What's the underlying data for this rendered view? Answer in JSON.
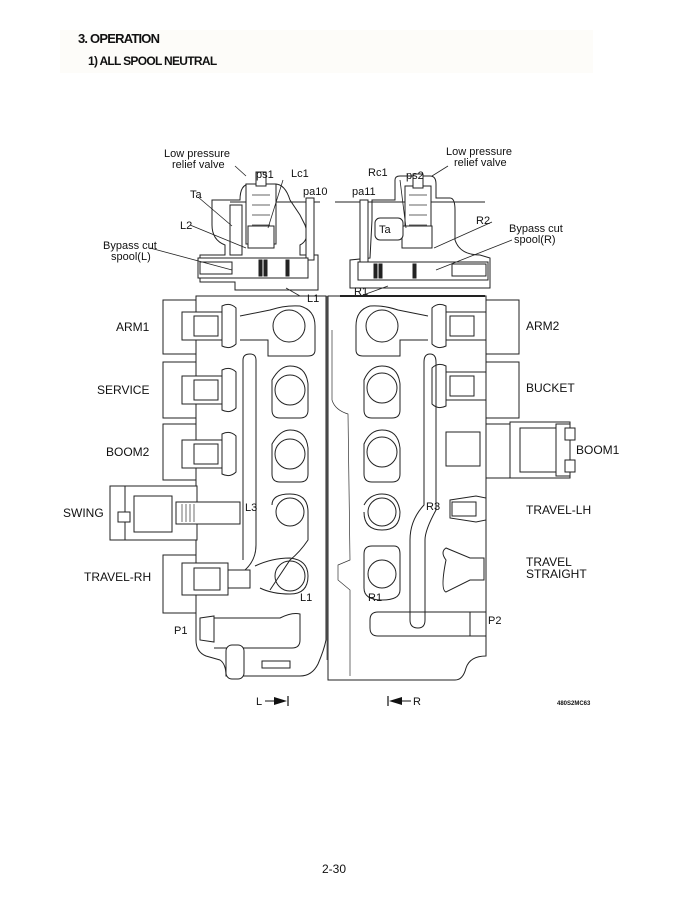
{
  "header": {
    "section_title": "3. OPERATION",
    "subsection_title": "1) ALL SPOOL NEUTRAL"
  },
  "diagram": {
    "callouts": {
      "lp_relief_left": [
        "Low pressure",
        "relief valve"
      ],
      "lp_relief_right": [
        "Low pressure",
        "relief valve"
      ],
      "ps1": "ps1",
      "ps2": "ps2",
      "lc1": "Lc1",
      "rc1": "Rc1",
      "pa10": "pa10",
      "pa11": "pa11",
      "ta_left": "Ta",
      "ta_right": "Ta",
      "l2": "L2",
      "r2": "R2",
      "bypass_left": [
        "Bypass cut",
        "spool(L)"
      ],
      "bypass_right": [
        "Bypass cut",
        "spool(R)"
      ],
      "l1_top": "L1",
      "r1_top": "R1",
      "l3": "L3",
      "r3": "R3",
      "l1_bottom": "L1",
      "r1_bottom": "R1",
      "p1": "P1",
      "p2": "P2"
    },
    "left_spools": [
      "ARM1",
      "SERVICE",
      "BOOM2",
      "SWING",
      "TRAVEL-RH"
    ],
    "right_spools": [
      "ARM2",
      "BUCKET",
      "BOOM1",
      "TRAVEL-LH",
      [
        "TRAVEL",
        "STRAIGHT"
      ]
    ],
    "direction_left": "L",
    "direction_right": "R",
    "figure_code": "480S2MC63"
  },
  "footer": {
    "page_number": "2-30"
  }
}
